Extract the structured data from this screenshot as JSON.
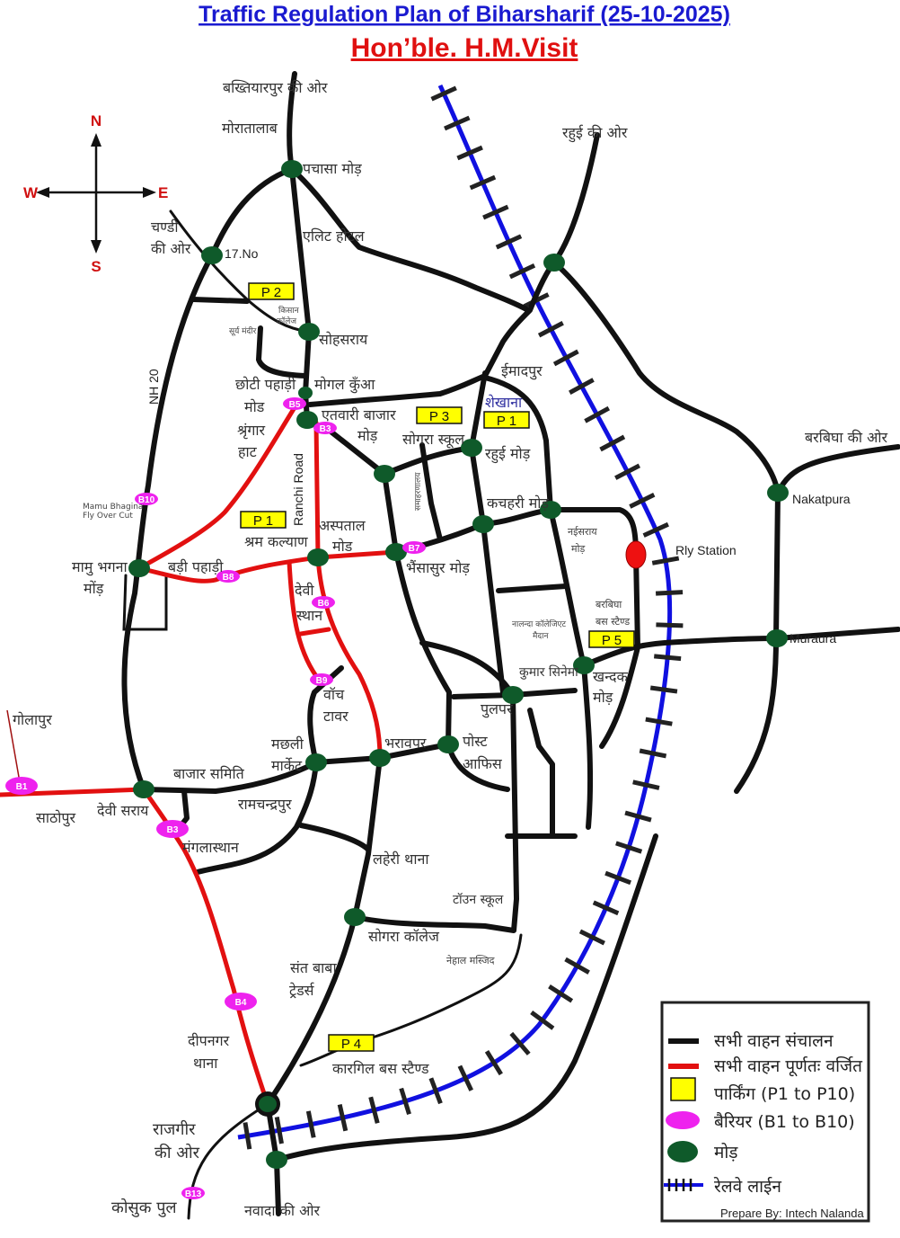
{
  "header": {
    "title": "Traffic Regulation Plan of Biharsharif  (25-10-2025)",
    "subtitle": "Hon’ble. H.M.Visit"
  },
  "compass": {
    "n": "N",
    "s": "S",
    "e": "E",
    "w": "W"
  },
  "colors": {
    "road": "#111111",
    "restricted": "#e21010",
    "parking": "#ffff00",
    "barrier": "#ee22ee",
    "junction": "#0f5a2a",
    "railway": "#1010e0",
    "title": "#1a1ad0"
  },
  "parking": [
    "P 2",
    "P 3",
    "P 1",
    "P 1",
    "P 5",
    "P 4"
  ],
  "barriers": [
    "B10",
    "B5",
    "B3",
    "B7",
    "B8",
    "B6",
    "B9",
    "B1",
    "B3",
    "B4",
    "B13"
  ],
  "labels": [
    "बख्तियारपुर  की ओर",
    "मोरातालाब",
    "पचासा मोड़",
    "एलिट  होटल",
    "रहुई की ओर",
    "चण्डी",
    "की ओर",
    "17.No",
    "किसान",
    "कॉलेज",
    "सूर्य मंदीर",
    "सोहसराय",
    "छोटी पहाड़ी",
    "मोड",
    "श्रृंगार",
    "हाट",
    "मोगल कुँआ",
    "एतवारी बाजार",
    "मोड़",
    "NH 20",
    "Ranchi Road",
    "सोगरा स्कूल",
    "ईमादपुर",
    "शेखाना",
    "रहुई मोड़",
    "समाहरणालय",
    "कचहरी मोड़",
    "बरबिघा की ओर",
    "Nakatpura",
    "नईसराय",
    "मोड़",
    "Rly Station",
    "बरबिघा",
    "बस स्टैण्ड",
    "Muraura",
    "Mamu Bhagina",
    "Fly Over Cut",
    "श्रम कल्याण",
    "अस्पताल",
    "मोड",
    "भैंसासुर मोड़",
    "मामु भगना",
    "मोंड़",
    "बड़ी पहाड़ी",
    "देवी",
    "स्थान",
    "नालन्दा कॉलेजिएट",
    "मैदान",
    "कुमार सिनेमा",
    "खन्दक",
    "मोड़",
    "वॉच",
    "टावर",
    "पुलपर",
    "गोलापुर",
    "मछली",
    "मार्केट",
    "भरावपर",
    "पोस्ट",
    "आफिस",
    "बाजार समिति",
    "रामचन्द्रपुर",
    "साठोपुर",
    "देवी सराय",
    "मंगलास्थान",
    "लहेरी थाना",
    "टॉउन स्कूल",
    "सोगरा कॉलेज",
    "नेहाल मस्जिद",
    "संत बाबा",
    "ट्रेडर्स",
    "दीपनगर",
    "थाना",
    "कारगिल बस स्टैण्ड",
    "राजगीर",
    "की ओर",
    "कोसुक पुल",
    "नवादा की ओर"
  ],
  "legend": {
    "items": [
      "सभी वाहन संचालन",
      "सभी वाहन पूर्णतः वर्जित",
      "पार्किंग (P1 to P10)",
      "बैरियर (B1 to B10)",
      "मोड़",
      "रेलवे लाईन"
    ],
    "credit": "Prepare By: Intech Nalanda"
  }
}
